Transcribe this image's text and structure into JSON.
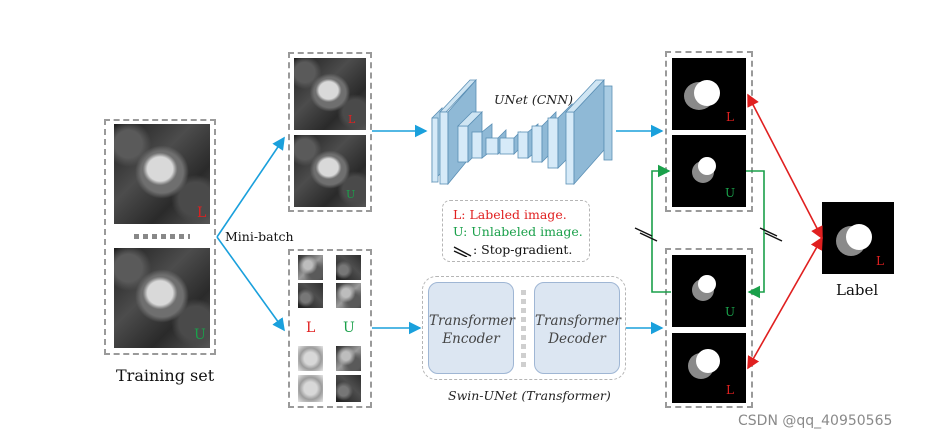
{
  "labels": {
    "training_set": "Training set",
    "mini_batch": "Mini-batch",
    "unet_caption": "UNet (CNN)",
    "swin_caption": "Swin-UNet (Transformer)",
    "transformer_encoder_line1": "Transformer",
    "transformer_encoder_line2": "Encoder",
    "transformer_decoder_line1": "Transformer",
    "transformer_decoder_line2": "Decoder",
    "label": "Label",
    "legend_labeled": "L: Labeled image.",
    "legend_unlabeled": "U: Unlabeled image.",
    "legend_stop_gradient": ": Stop-gradient.",
    "tag_L": "L",
    "tag_U": "U",
    "watermark": "CSDN @qq_40950565"
  },
  "colors": {
    "flow_arrow": "#1aa0dc",
    "supervised_arrow": "#e02020",
    "pseudo_label_arrow": "#1aa04a",
    "labeled_text": "#e02020",
    "unlabeled_text": "#1aa04a",
    "transformer_block": "#dce6f2",
    "unet_block": "#b8d4e6"
  }
}
